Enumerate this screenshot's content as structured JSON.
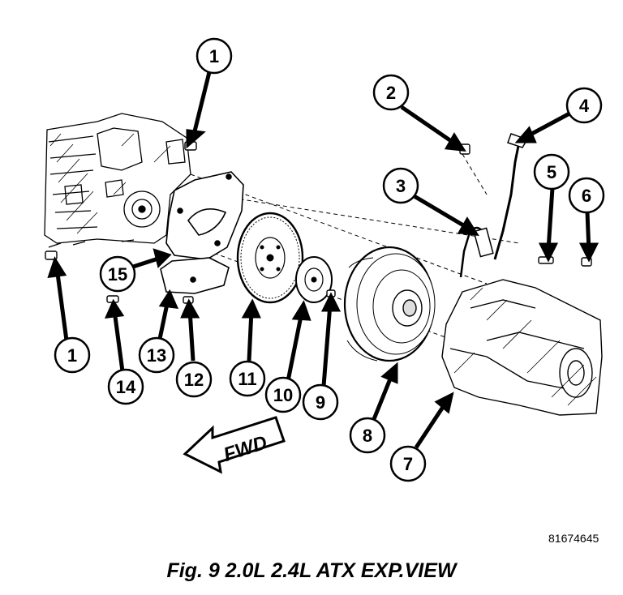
{
  "figure": {
    "caption": "Fig. 9 2.0L 2.4L ATX EXP.VIEW",
    "figure_number": "81674645"
  },
  "direction_arrow": {
    "label": "FWD"
  },
  "callouts": [
    {
      "id": "c1a",
      "label": "1"
    },
    {
      "id": "c1b",
      "label": "1"
    },
    {
      "id": "c2",
      "label": "2"
    },
    {
      "id": "c3",
      "label": "3"
    },
    {
      "id": "c4",
      "label": "4"
    },
    {
      "id": "c5",
      "label": "5"
    },
    {
      "id": "c6",
      "label": "6"
    },
    {
      "id": "c7",
      "label": "7"
    },
    {
      "id": "c8",
      "label": "8"
    },
    {
      "id": "c9",
      "label": "9"
    },
    {
      "id": "c10",
      "label": "10"
    },
    {
      "id": "c11",
      "label": "11"
    },
    {
      "id": "c12",
      "label": "12"
    },
    {
      "id": "c13",
      "label": "13"
    },
    {
      "id": "c14",
      "label": "14"
    },
    {
      "id": "c15",
      "label": "15"
    }
  ]
}
